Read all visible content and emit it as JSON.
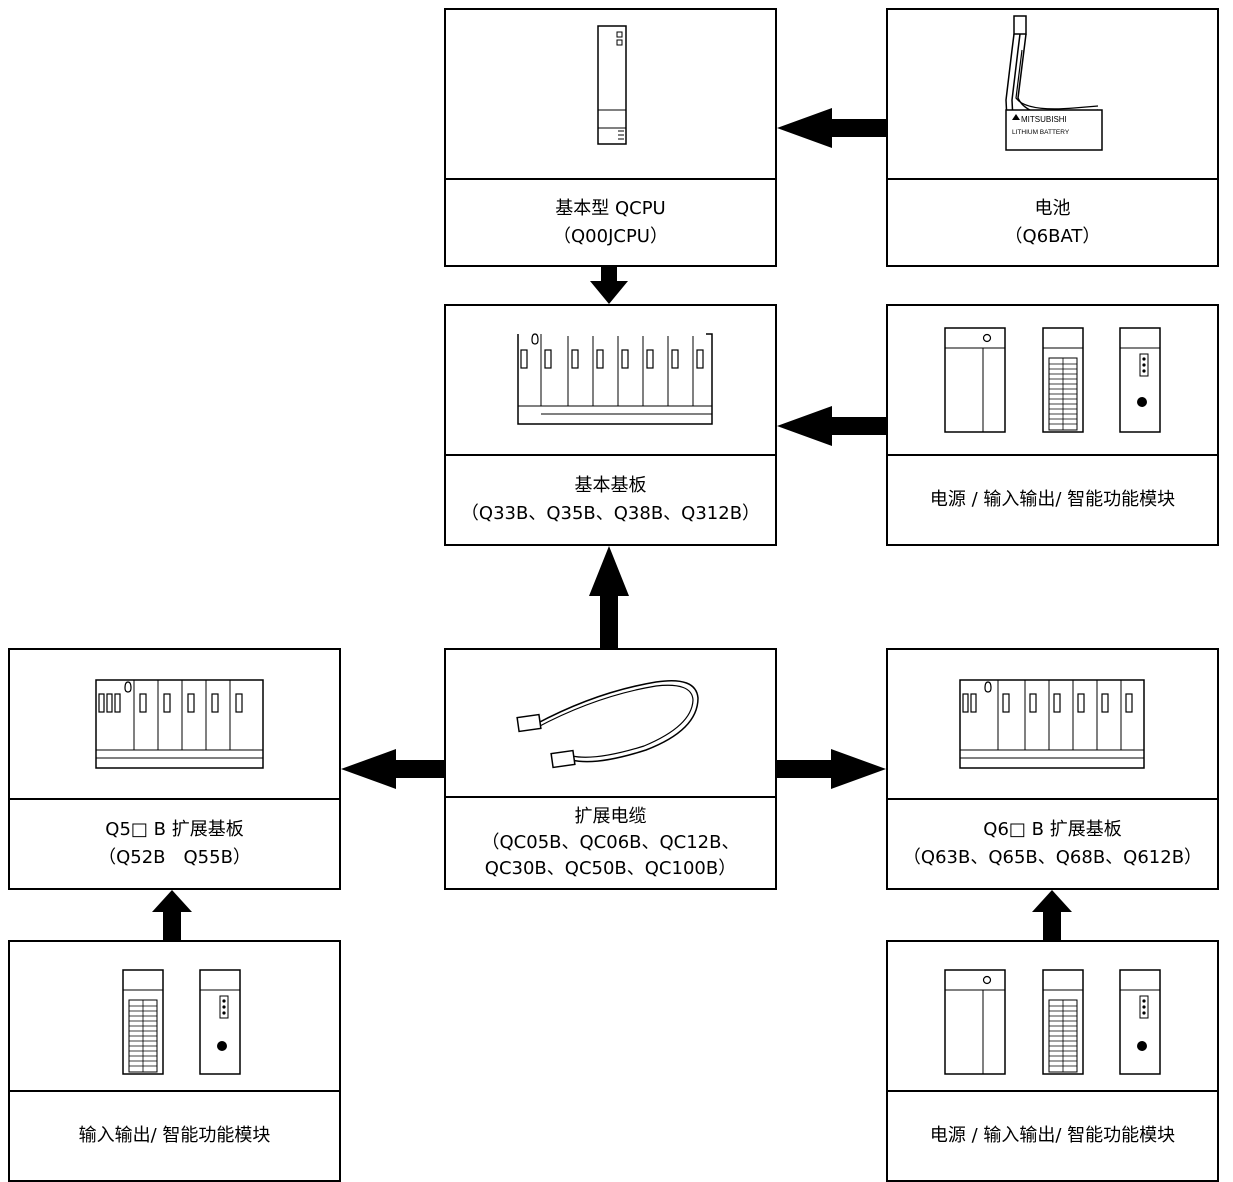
{
  "boxes": {
    "cpu": {
      "title": "基本型 QCPU",
      "sub": "（Q00JCPU）"
    },
    "battery": {
      "title": "电池",
      "sub": "（Q6BAT）",
      "brand": "MITSUBISHI",
      "label": "LITHIUM BATTERY"
    },
    "base": {
      "title": "基本基板",
      "sub": "（Q33B、Q35B、Q38B、Q312B）"
    },
    "power_modules_top": {
      "title": "电源 / 输入输出/ 智能功能模块"
    },
    "q5_ext": {
      "title": "Q5□ B 扩展基板",
      "sub": "（Q52B　Q55B）"
    },
    "cable": {
      "title": "扩展电缆",
      "sub1": "（QC05B、QC06B、QC12B、",
      "sub2": "QC30B、QC50B、QC100B）"
    },
    "q6_ext": {
      "title": "Q6□ B 扩展基板",
      "sub": "（Q63B、Q65B、Q68B、Q612B）"
    },
    "io_modules_left": {
      "title": "输入输出/ 智能功能模块"
    },
    "power_modules_bottom": {
      "title": "电源 / 输入输出/ 智能功能模块"
    }
  }
}
